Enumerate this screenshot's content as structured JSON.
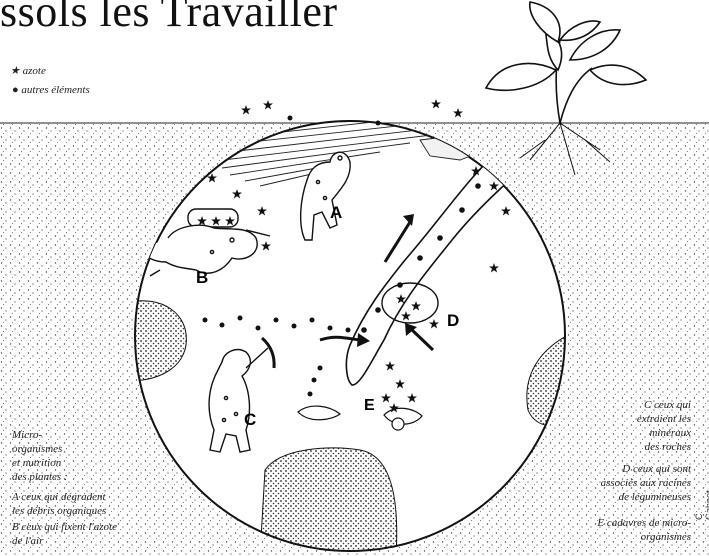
{
  "title": "ssols les Travailler",
  "legend": {
    "star_label": "azote",
    "dot_label": "autres éléments"
  },
  "markers": [
    "A",
    "B",
    "C",
    "D",
    "E"
  ],
  "left_caption": {
    "heading": [
      "Micro-",
      "organismes",
      "et nutrition",
      "des plantes :"
    ],
    "item_a": [
      "A  ceux qui dégradent",
      "les débris organiques"
    ],
    "item_b": [
      "B  ceux qui fixent l'azote",
      "de l'air"
    ]
  },
  "right_caption": {
    "item_c": [
      "C  ceux qui",
      "extraient les",
      "minéraux",
      "des roches"
    ],
    "item_d": [
      "D  ceux qui sont",
      "associés aux racines",
      "de légumineuses"
    ],
    "item_e": [
      "E  cadavres de micro-",
      "organismes"
    ]
  },
  "credit": "C. Gahnet"
}
